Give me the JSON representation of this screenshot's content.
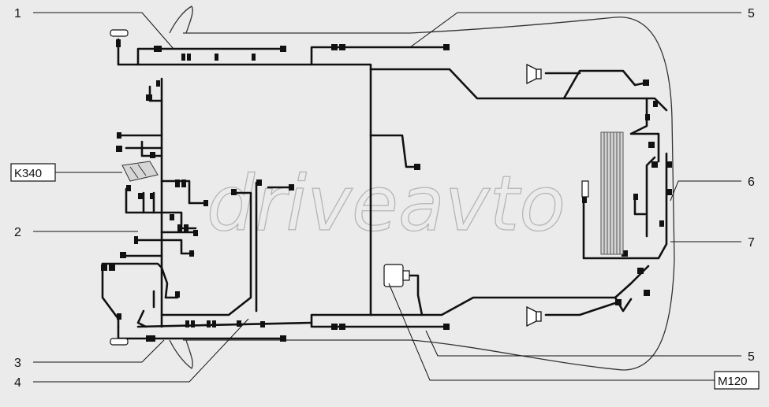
{
  "watermark": "driveavto",
  "components": {
    "k340": "K340",
    "m120": "M120"
  },
  "callouts": {
    "c1": "1",
    "c2": "2",
    "c3": "3",
    "c4": "4",
    "c5_top": "5",
    "c5_bottom": "5",
    "c6": "6",
    "c7": "7"
  },
  "colors": {
    "background": "#ebebeb",
    "wire": "#111111",
    "outline": "#333333"
  }
}
